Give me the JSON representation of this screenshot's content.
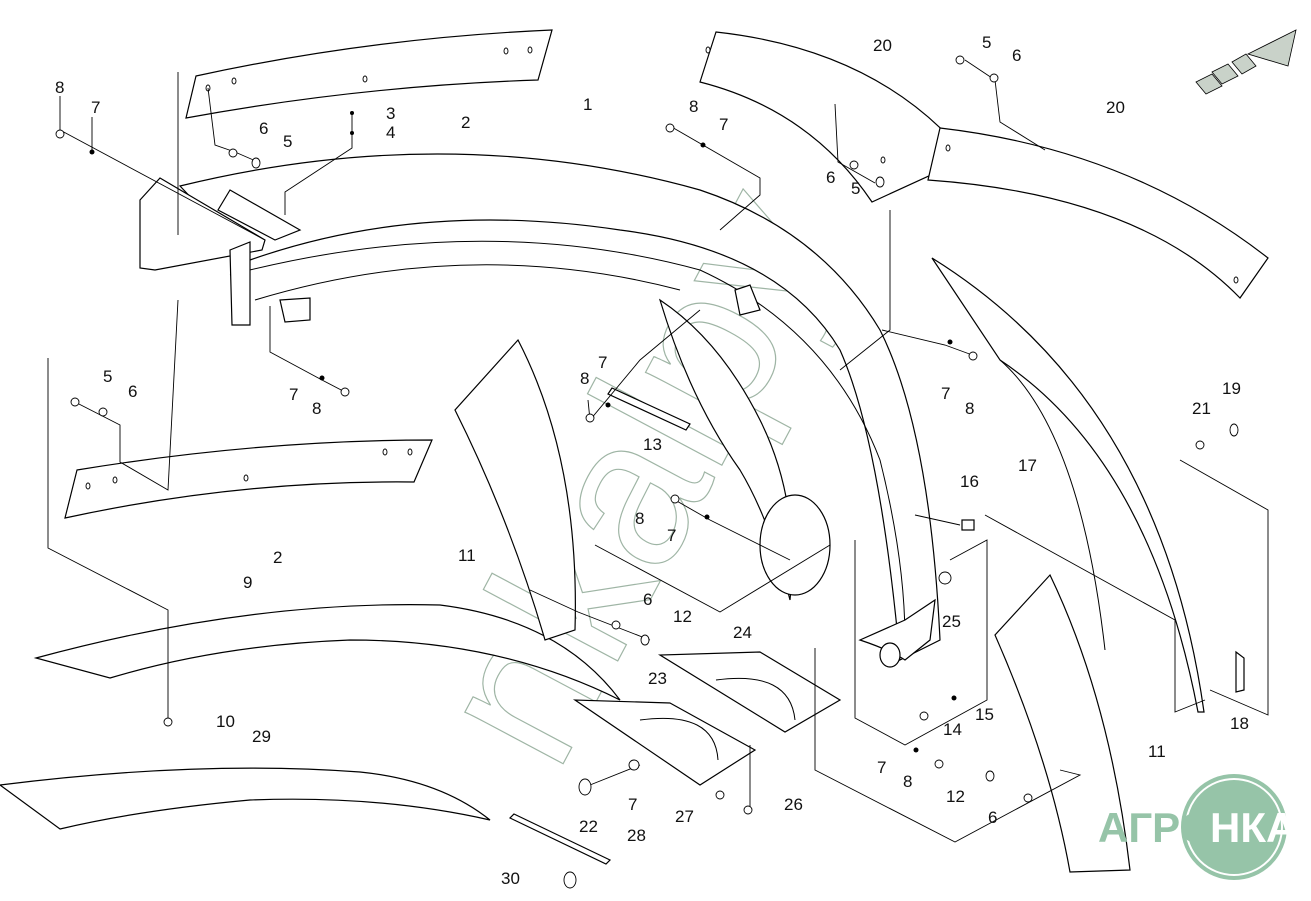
{
  "title": "Exploded parts diagram — wheel fender / mudguard assembly",
  "watermark": "nkalpy",
  "logo": {
    "text_left": "АГРО",
    "text_right": "НКА",
    "color": "#96c4a8"
  },
  "direction_arrow": {
    "icon": "forward-direction-arrow-icon"
  },
  "callouts": [
    {
      "id": "c1",
      "label": "1"
    },
    {
      "id": "c2a",
      "label": "2"
    },
    {
      "id": "c2b",
      "label": "2"
    },
    {
      "id": "c3",
      "label": "3"
    },
    {
      "id": "c4",
      "label": "4"
    },
    {
      "id": "c5a",
      "label": "5"
    },
    {
      "id": "c5b",
      "label": "5"
    },
    {
      "id": "c5c",
      "label": "5"
    },
    {
      "id": "c5d",
      "label": "5"
    },
    {
      "id": "c6a",
      "label": "6"
    },
    {
      "id": "c6b",
      "label": "6"
    },
    {
      "id": "c6c",
      "label": "6"
    },
    {
      "id": "c6d",
      "label": "6"
    },
    {
      "id": "c6e",
      "label": "6"
    },
    {
      "id": "c6f",
      "label": "6"
    },
    {
      "id": "c7a",
      "label": "7"
    },
    {
      "id": "c7b",
      "label": "7"
    },
    {
      "id": "c7c",
      "label": "7"
    },
    {
      "id": "c7d",
      "label": "7"
    },
    {
      "id": "c7e",
      "label": "7"
    },
    {
      "id": "c7f",
      "label": "7"
    },
    {
      "id": "c7g",
      "label": "7"
    },
    {
      "id": "c7h",
      "label": "7"
    },
    {
      "id": "c8a",
      "label": "8"
    },
    {
      "id": "c8b",
      "label": "8"
    },
    {
      "id": "c8c",
      "label": "8"
    },
    {
      "id": "c8d",
      "label": "8"
    },
    {
      "id": "c8e",
      "label": "8"
    },
    {
      "id": "c8f",
      "label": "8"
    },
    {
      "id": "c8g",
      "label": "8"
    },
    {
      "id": "c9",
      "label": "9"
    },
    {
      "id": "c10",
      "label": "10"
    },
    {
      "id": "c11a",
      "label": "11"
    },
    {
      "id": "c11b",
      "label": "11"
    },
    {
      "id": "c12a",
      "label": "12"
    },
    {
      "id": "c12b",
      "label": "12"
    },
    {
      "id": "c13",
      "label": "13"
    },
    {
      "id": "c14",
      "label": "14"
    },
    {
      "id": "c15",
      "label": "15"
    },
    {
      "id": "c16",
      "label": "16"
    },
    {
      "id": "c17",
      "label": "17"
    },
    {
      "id": "c18",
      "label": "18"
    },
    {
      "id": "c19",
      "label": "19"
    },
    {
      "id": "c20a",
      "label": "20"
    },
    {
      "id": "c20b",
      "label": "20"
    },
    {
      "id": "c21",
      "label": "21"
    },
    {
      "id": "c22",
      "label": "22"
    },
    {
      "id": "c23",
      "label": "23"
    },
    {
      "id": "c24",
      "label": "24"
    },
    {
      "id": "c25",
      "label": "25"
    },
    {
      "id": "c26",
      "label": "26"
    },
    {
      "id": "c27",
      "label": "27"
    },
    {
      "id": "c28",
      "label": "28"
    },
    {
      "id": "c29",
      "label": "29"
    },
    {
      "id": "c30",
      "label": "30"
    }
  ]
}
